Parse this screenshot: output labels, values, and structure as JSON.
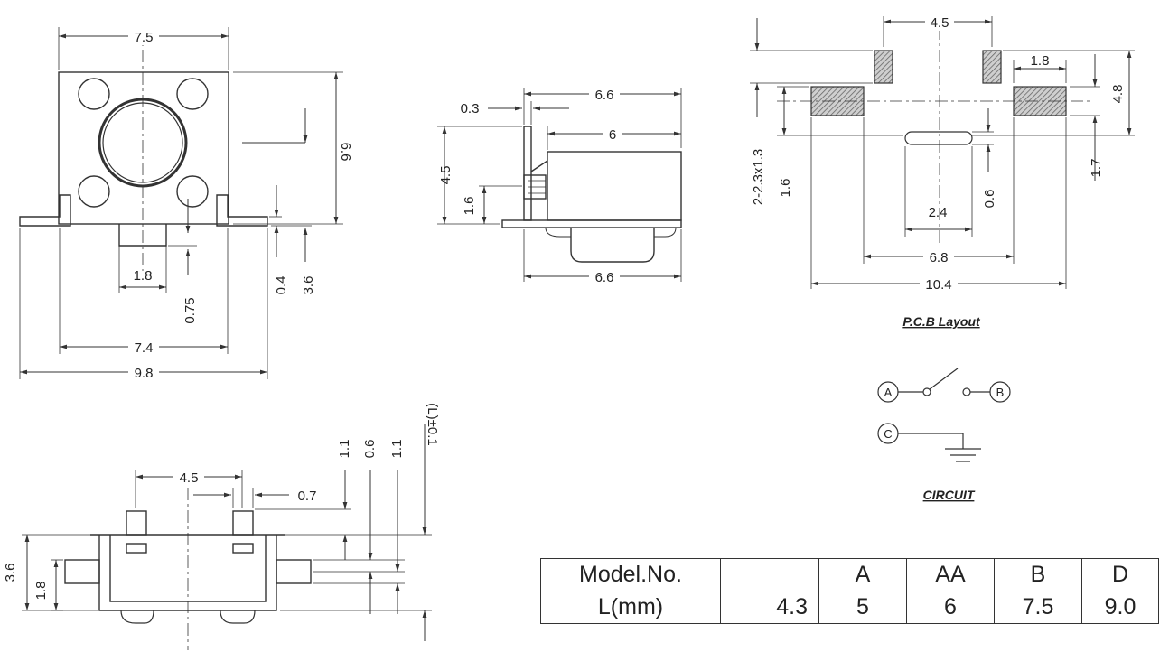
{
  "front_view": {
    "dims": [
      "7.5",
      "6.6",
      "1.8",
      "0.75",
      "0.4",
      "3.6",
      "7.4",
      "9.8"
    ]
  },
  "side_view": {
    "dims": [
      "0.3",
      "6.6",
      "6",
      "4.5",
      "1.6",
      "6.6"
    ]
  },
  "pcb_layout": {
    "title": "P.C.B Layout",
    "dims": [
      "4.5",
      "1.8",
      "4.8",
      "2-2.3x1.3",
      "1.6",
      "1.7",
      "0.6",
      "2.4",
      "6.8",
      "10.4"
    ]
  },
  "circuit": {
    "title": "CIRCUIT",
    "nodes": [
      "A",
      "B",
      "C"
    ]
  },
  "bottom_view": {
    "dims": [
      "4.5",
      "0.7",
      "1.1",
      "0.6",
      "1.1",
      "(L)±0.1",
      "3.6",
      "1.8"
    ]
  },
  "model_table": {
    "header": [
      "Model.No.",
      "",
      "A",
      "AA",
      "B",
      "D"
    ],
    "row": [
      "L(mm)",
      "4.3",
      "5",
      "6",
      "7.5",
      "9.0"
    ]
  }
}
